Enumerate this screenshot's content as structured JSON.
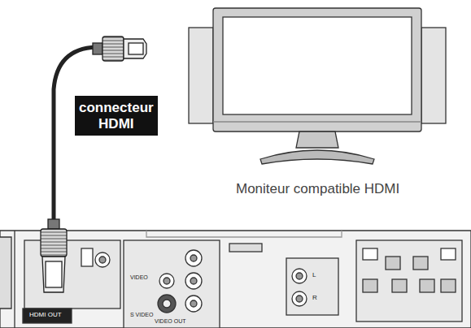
{
  "diagram": {
    "nodes": [
      {
        "text": [
          "connecteur HDMI"
        ]
      }
    ],
    "labels": [
      "Moniteur compatible HDMI",
      "HDMI OUT",
      "VIDEO",
      "S VIDEO",
      "VIDEO OUT",
      "L",
      "R"
    ]
  }
}
